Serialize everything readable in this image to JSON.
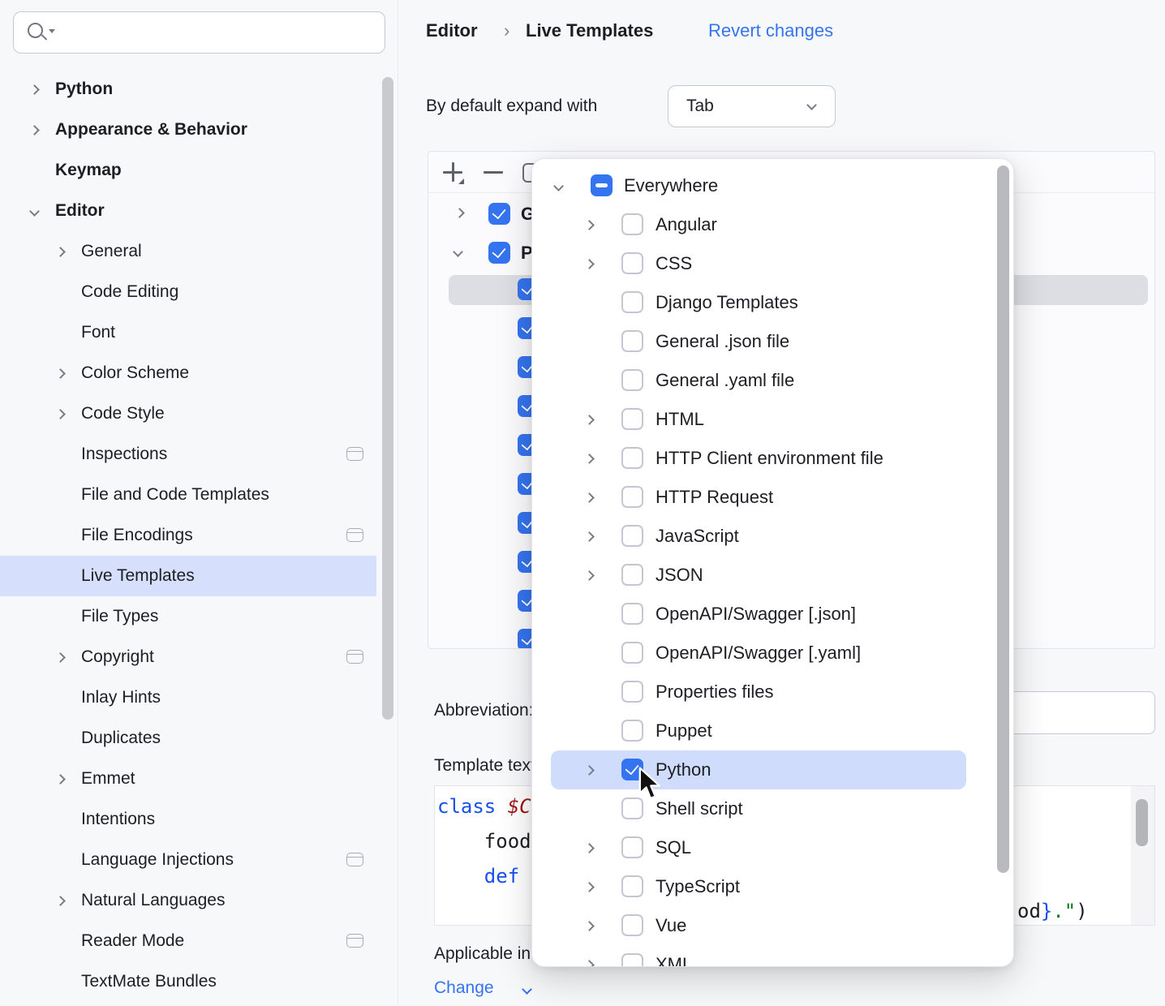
{
  "colors": {
    "accent": "#3574f0",
    "sidebar_selection": "#d6e0fc",
    "popup_selection": "#cfdcfc",
    "list_selection_gray": "#dcdee3",
    "keyword_blue": "#1750eb",
    "string_green": "#067d17",
    "template_var_red": "#a31515"
  },
  "sidebar": {
    "search_value": "",
    "items": [
      {
        "label": "Python"
      },
      {
        "label": "Appearance & Behavior"
      },
      {
        "label": "Keymap"
      },
      {
        "label": "Editor"
      },
      {
        "label": "General"
      },
      {
        "label": "Code Editing"
      },
      {
        "label": "Font"
      },
      {
        "label": "Color Scheme"
      },
      {
        "label": "Code Style"
      },
      {
        "label": "Inspections"
      },
      {
        "label": "File and Code Templates"
      },
      {
        "label": "File Encodings"
      },
      {
        "label": "Live Templates"
      },
      {
        "label": "File Types"
      },
      {
        "label": "Copyright"
      },
      {
        "label": "Inlay Hints"
      },
      {
        "label": "Duplicates"
      },
      {
        "label": "Emmet"
      },
      {
        "label": "Intentions"
      },
      {
        "label": "Language Injections"
      },
      {
        "label": "Natural Languages"
      },
      {
        "label": "Reader Mode"
      },
      {
        "label": "TextMate Bundles"
      }
    ]
  },
  "header": {
    "crumb1": "Editor",
    "separator": "›",
    "crumb2": "Live Templates",
    "revert": "Revert changes"
  },
  "expand": {
    "label": "By default expand with",
    "value": "Tab"
  },
  "panel": {
    "group1": "G",
    "group2": "P"
  },
  "detail": {
    "abbreviation_label": "Abbreviation:",
    "template_text_label": "Template text:",
    "applicable_label": "Applicable in",
    "change_link": "Change",
    "code_left": {
      "kw1": "class ",
      "var1": "$C",
      "line2_indent": "    ",
      "line2": "food",
      "line3_indent": "    ",
      "kw3": "def"
    },
    "code_right": {
      "p1": "od",
      "p2": "}",
      "p3": ".\"",
      "p4": ")"
    }
  },
  "popup": {
    "items": [
      {
        "label": "Everywhere"
      },
      {
        "label": "Angular"
      },
      {
        "label": "CSS"
      },
      {
        "label": "Django Templates"
      },
      {
        "label": "General .json file"
      },
      {
        "label": "General .yaml file"
      },
      {
        "label": "HTML"
      },
      {
        "label": "HTTP Client environment file"
      },
      {
        "label": "HTTP Request"
      },
      {
        "label": "JavaScript"
      },
      {
        "label": "JSON"
      },
      {
        "label": "OpenAPI/Swagger [.json]"
      },
      {
        "label": "OpenAPI/Swagger [.yaml]"
      },
      {
        "label": "Properties files"
      },
      {
        "label": "Puppet"
      },
      {
        "label": "Python"
      },
      {
        "label": "Shell script"
      },
      {
        "label": "SQL"
      },
      {
        "label": "TypeScript"
      },
      {
        "label": "Vue"
      },
      {
        "label": "XML"
      }
    ]
  }
}
